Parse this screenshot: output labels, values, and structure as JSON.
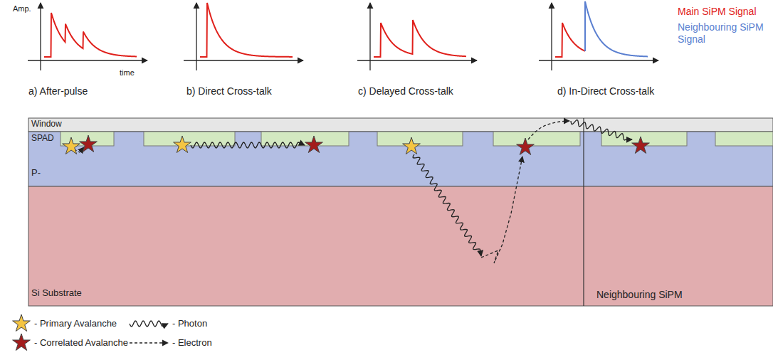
{
  "diagram": {
    "nodes": [
      {
        "text": [
          "Window"
        ]
      },
      {
        "text": [
          "P-"
        ]
      },
      {
        "text": [
          "Si Substrate"
        ]
      },
      {
        "text": [
          "Neighbouring SiPM"
        ]
      }
    ],
    "labels": [
      "Amp.",
      "time",
      "a) After-pulse",
      "b) Direct Cross-talk",
      "c) Delayed Cross-talk",
      "d) In-Direct Cross-talk",
      "SPAD"
    ],
    "legend": [
      {
        "text": "Main SiPM Signal",
        "color": "#e0201b"
      },
      {
        "text": "Neighbouring SiPM Signal",
        "color": "#5a7fd0"
      },
      {
        "text": "- Primary Avalanche"
      },
      {
        "text": "- Correlated Avalanche"
      },
      {
        "text": "- Photon"
      },
      {
        "text": "- Electron"
      }
    ]
  }
}
